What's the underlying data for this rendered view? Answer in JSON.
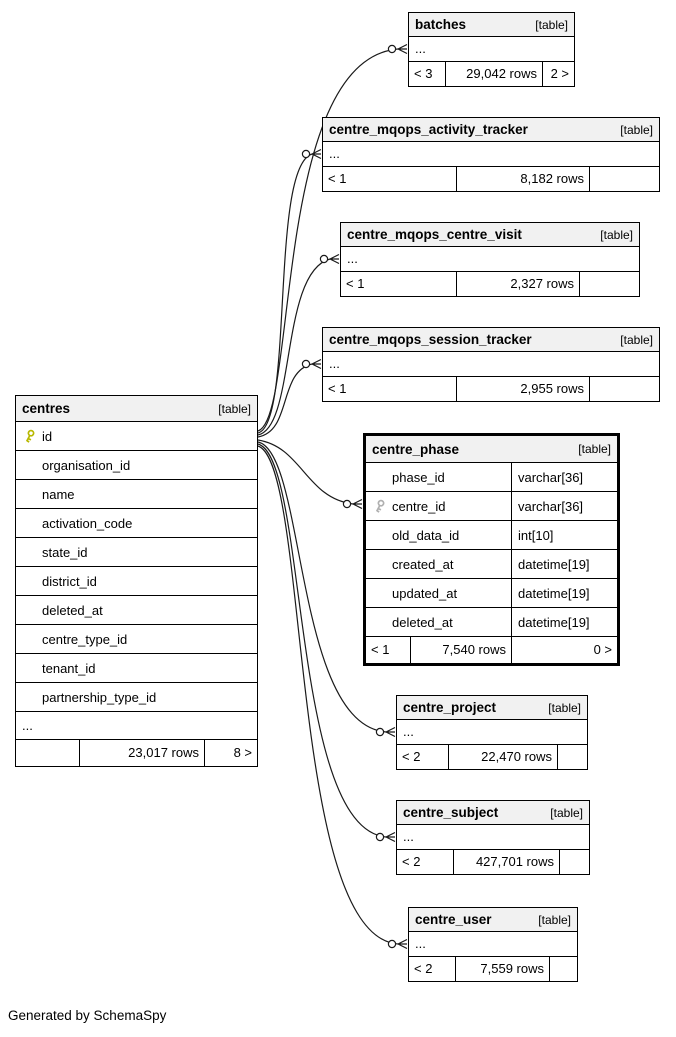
{
  "diagram": {
    "generated_by": "Generated by SchemaSpy"
  },
  "colors": {
    "header_bg": "#f1f1f1",
    "border": "#000000",
    "primary_key_icon": "#b8b800",
    "foreign_key_icon": "#b0b0b0"
  },
  "tables": {
    "batches": {
      "name": "batches",
      "tag": "[table]",
      "ellipsis": "...",
      "footer": {
        "left": "< 3",
        "mid": "29,042 rows",
        "right": "2 >"
      }
    },
    "centre_mqops_activity_tracker": {
      "name": "centre_mqops_activity_tracker",
      "tag": "[table]",
      "ellipsis": "...",
      "footer": {
        "left": "< 1",
        "mid": "8,182 rows",
        "right": ""
      }
    },
    "centre_mqops_centre_visit": {
      "name": "centre_mqops_centre_visit",
      "tag": "[table]",
      "ellipsis": "...",
      "footer": {
        "left": "< 1",
        "mid": "2,327 rows",
        "right": ""
      }
    },
    "centre_mqops_session_tracker": {
      "name": "centre_mqops_session_tracker",
      "tag": "[table]",
      "ellipsis": "...",
      "footer": {
        "left": "< 1",
        "mid": "2,955 rows",
        "right": ""
      }
    },
    "centres": {
      "name": "centres",
      "tag": "[table]",
      "columns": [
        "id",
        "organisation_id",
        "name",
        "activation_code",
        "state_id",
        "district_id",
        "deleted_at",
        "centre_type_id",
        "tenant_id",
        "partnership_type_id"
      ],
      "ellipsis": "...",
      "footer": {
        "left": "",
        "mid": "23,017 rows",
        "right": "8 >"
      }
    },
    "centre_phase": {
      "name": "centre_phase",
      "tag": "[table]",
      "columns": [
        {
          "name": "phase_id",
          "type": "varchar[36]"
        },
        {
          "name": "centre_id",
          "type": "varchar[36]"
        },
        {
          "name": "old_data_id",
          "type": "int[10]"
        },
        {
          "name": "created_at",
          "type": "datetime[19]"
        },
        {
          "name": "updated_at",
          "type": "datetime[19]"
        },
        {
          "name": "deleted_at",
          "type": "datetime[19]"
        }
      ],
      "footer": {
        "left": "< 1",
        "mid": "7,540 rows",
        "right": "0 >"
      }
    },
    "centre_project": {
      "name": "centre_project",
      "tag": "[table]",
      "ellipsis": "...",
      "footer": {
        "left": "< 2",
        "mid": "22,470 rows",
        "right": ""
      }
    },
    "centre_subject": {
      "name": "centre_subject",
      "tag": "[table]",
      "ellipsis": "...",
      "footer": {
        "left": "< 2",
        "mid": "427,701 rows",
        "right": ""
      }
    },
    "centre_user": {
      "name": "centre_user",
      "tag": "[table]",
      "ellipsis": "...",
      "footer": {
        "left": "< 2",
        "mid": "7,559 rows",
        "right": ""
      }
    }
  }
}
